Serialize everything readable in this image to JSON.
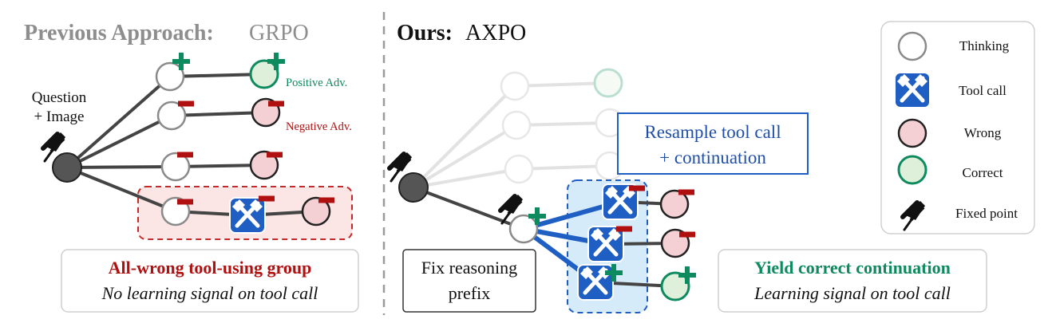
{
  "left_panel": {
    "title_bold": "Previous Approach:",
    "title_method": "GRPO",
    "question_line1": "Question",
    "question_line2": "+ Image",
    "positive_adv": "Positive Adv.",
    "negative_adv": "Negative Adv.",
    "caption_title": "All-wrong tool-using group",
    "caption_subtitle": "No learning signal on tool call"
  },
  "right_panel": {
    "title_bold": "Ours:",
    "title_method": "AXPO",
    "resample_line1": "Resample tool call",
    "resample_line2": "+ continuation",
    "fix_line1": "Fix reasoning",
    "fix_line2": "prefix",
    "caption_title": "Yield correct continuation",
    "caption_subtitle": "Learning signal on tool call"
  },
  "legend": {
    "items": [
      {
        "label": "Thinking",
        "icon": "thinking-node-icon"
      },
      {
        "label": "Tool call",
        "icon": "tool-call-icon"
      },
      {
        "label": "Wrong",
        "icon": "wrong-node-icon"
      },
      {
        "label": "Correct",
        "icon": "correct-node-icon"
      },
      {
        "label": "Fixed point",
        "icon": "pushpin-icon"
      }
    ]
  },
  "colors": {
    "positive": "#0e8a5f",
    "negative": "#b01010",
    "tool_blue": "#1f5fc4",
    "wrong_fill": "#f4cfd3",
    "correct_fill": "#dff0da",
    "resample_text": "#1f4fa8"
  }
}
